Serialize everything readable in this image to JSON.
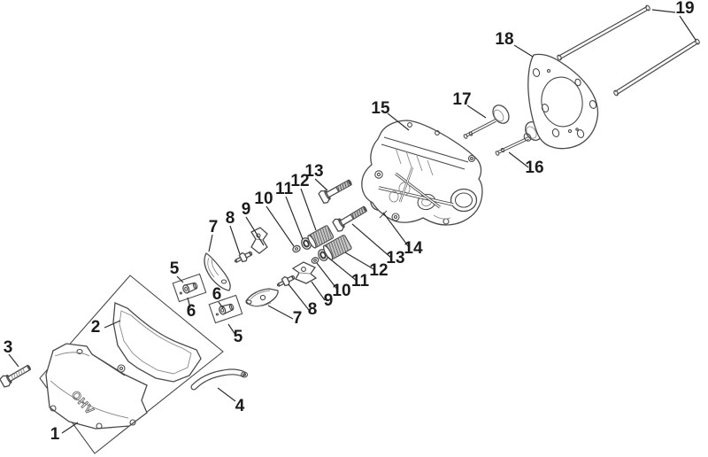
{
  "diagram": {
    "cover_text": "OHV",
    "colors": {
      "background": "#ffffff",
      "line": "#4a4a4a",
      "label": "#1c1c1c",
      "spring_fill": "#c9c9c9"
    },
    "callouts": [
      {
        "n": "1"
      },
      {
        "n": "2"
      },
      {
        "n": "3"
      },
      {
        "n": "4"
      },
      {
        "n": "5"
      },
      {
        "n": "6"
      },
      {
        "n": "6"
      },
      {
        "n": "5"
      },
      {
        "n": "7"
      },
      {
        "n": "8"
      },
      {
        "n": "9"
      },
      {
        "n": "10"
      },
      {
        "n": "11"
      },
      {
        "n": "12"
      },
      {
        "n": "13"
      },
      {
        "n": "7"
      },
      {
        "n": "8"
      },
      {
        "n": "9"
      },
      {
        "n": "10"
      },
      {
        "n": "11"
      },
      {
        "n": "12"
      },
      {
        "n": "13"
      },
      {
        "n": "14"
      },
      {
        "n": "15"
      },
      {
        "n": "16"
      },
      {
        "n": "17"
      },
      {
        "n": "18"
      },
      {
        "n": "19"
      }
    ]
  }
}
